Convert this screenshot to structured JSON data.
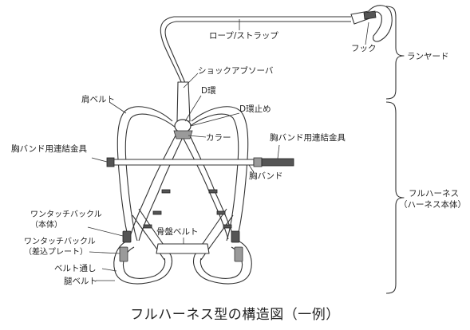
{
  "labels": {
    "rope_strap": "ロープ/ストラップ",
    "hook": "フック",
    "shock_absorber": "ショックアブソーバ",
    "d_ring": "D環",
    "d_ring_stopper": "D環止め",
    "shoulder_belt": "肩ベルト",
    "collar": "カラー",
    "chest_connector_left": "胸バンド用連結金具",
    "chest_connector_right": "胸バンド用連結金具",
    "chest_band": "胸バンド",
    "one_touch_buckle_body_l1": "ワンタッチバックル",
    "one_touch_buckle_body_l2": "（本体）",
    "pelvic_belt": "骨盤ベルト",
    "one_touch_buckle_plate_l1": "ワンタッチバックル",
    "one_touch_buckle_plate_l2": "（差込プレート）",
    "belt_loop": "ベルト通し",
    "leg_belt": "腿ベルト"
  },
  "groups": {
    "lanyard": "ランヤード",
    "full_harness_l1": "フルハーネス",
    "full_harness_l2": "（ハーネス本体）"
  },
  "caption": "フルハーネス型の構造図（一例）"
}
